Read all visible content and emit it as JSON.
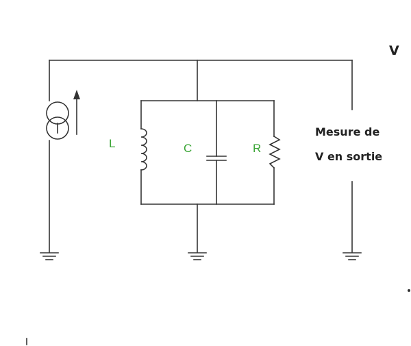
{
  "labels": {
    "voltage": "V",
    "inductor": "L",
    "capacitor": "C",
    "resistor": "R",
    "measure_line1": "Mesure de",
    "measure_line2": "V en sortie"
  },
  "colors": {
    "wire": "#333333",
    "text_black": "#222222",
    "text_green": "#3aa535"
  },
  "components": {
    "current_source": "current-source-icon",
    "inductor": "inductor-icon",
    "capacitor": "capacitor-icon",
    "resistor": "resistor-icon",
    "ground": "ground-icon",
    "arrow": "current-arrow-icon"
  }
}
